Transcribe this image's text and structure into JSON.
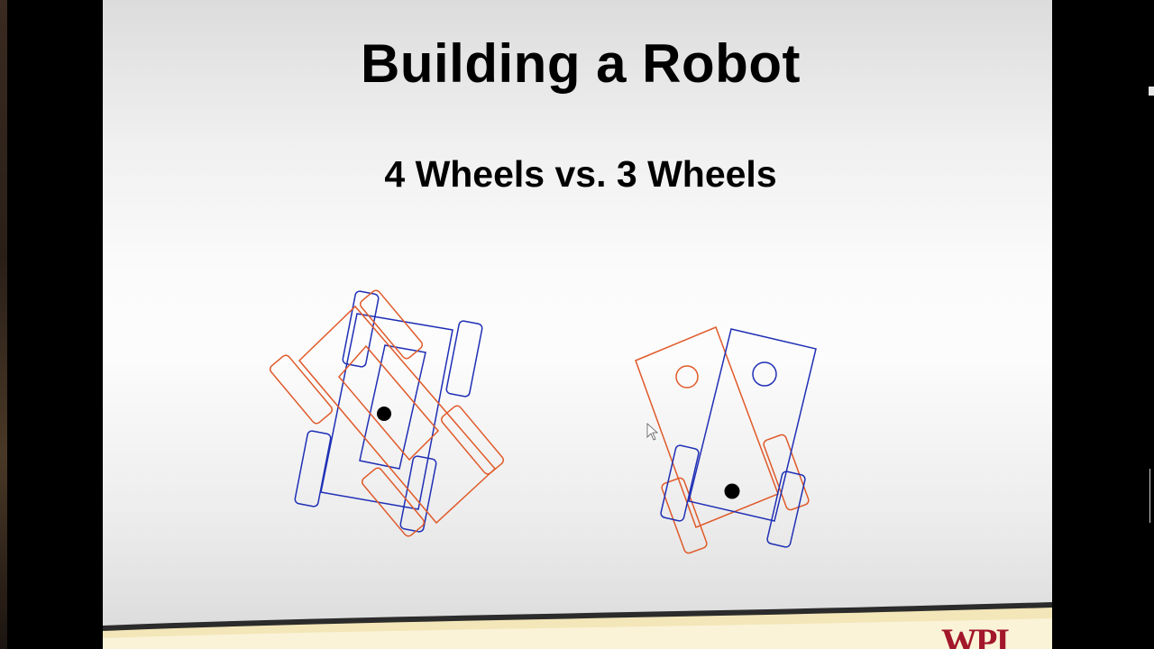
{
  "slide": {
    "title": "Building a Robot",
    "subtitle": "4 Wheels vs. 3 Wheels",
    "logo_text": "WPI"
  },
  "colors": {
    "robot_before": "#1f2fb5",
    "robot_after": "#e05a2a",
    "center_dot": "#000000",
    "logo": "#a2172b"
  },
  "icons": {
    "cursor": "mouse-pointer-icon"
  }
}
